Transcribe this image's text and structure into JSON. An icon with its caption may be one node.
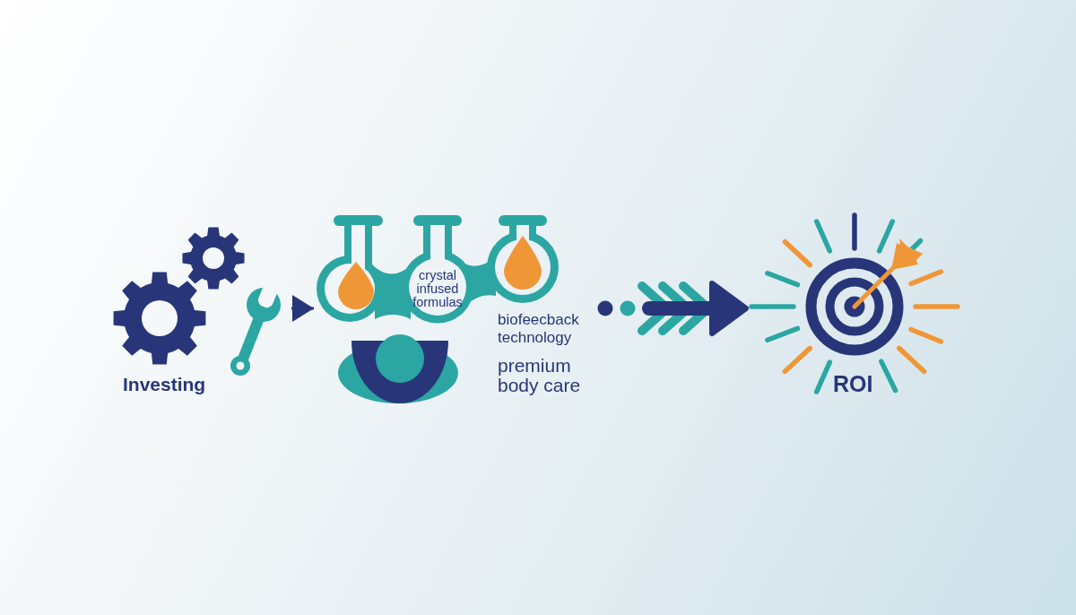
{
  "diagram": {
    "nodes": [
      {
        "text": [
          "Investing"
        ]
      },
      {
        "text": [
          "crystal infused formulas",
          "biofeecback technology",
          "premium body care"
        ]
      },
      {
        "text": [
          "ROI"
        ]
      }
    ],
    "edges": [
      {
        "from": 0,
        "to": 1,
        "arrow": "to"
      },
      {
        "from": 1,
        "to": 2,
        "arrow": "to",
        "style": "thick"
      }
    ]
  }
}
